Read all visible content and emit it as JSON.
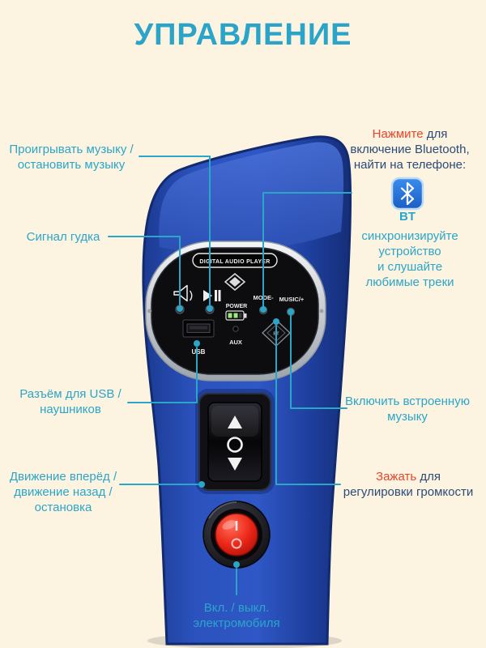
{
  "title": "УПРАВЛЕНИЕ",
  "colors": {
    "background": "#fcf3e1",
    "accent_teal": "#2aa6c8",
    "highlight_red": "#ea4426",
    "text_navy": "#2c4b78",
    "device_blue": "#2f58c6"
  },
  "device": {
    "badge": "DIGITAL AUDIO PLAYER",
    "mode_label": "MODE-",
    "music_label": "MUSIC/+",
    "power_label": "POWER",
    "usb_label": "USB",
    "aux_label": "AUX",
    "bt_logo": "BT"
  },
  "bt_badge": {
    "label": "BT"
  },
  "callouts": {
    "play_stop": {
      "line1": "Проигрывать музыку /",
      "line2": "остановить музыку"
    },
    "horn": {
      "text": "Сигнал гудка"
    },
    "usb_jack": {
      "line1": "Разъём для USB /",
      "line2": "наушников"
    },
    "drive": {
      "line1": "Движение вперёд /",
      "line2": "движение назад /",
      "line3": "остановка"
    },
    "power_switch": {
      "line1": "Вкл. / выкл.",
      "line2": "электромобиля"
    },
    "bluetooth": {
      "highlight": "Нажмите",
      "rest1": " для",
      "line2": "включение Bluetooth,",
      "line3": "найти на телефоне:"
    },
    "sync": {
      "line1": "синхронизируйте",
      "line2": "устройство",
      "line3": "и слушайте",
      "line4": "любимые треки"
    },
    "builtin_music": {
      "line1": "Включить встроенную",
      "line2": "музыку"
    },
    "volume": {
      "highlight": "Зажать",
      "rest1": " для",
      "line2": "регулировки громкости"
    }
  }
}
